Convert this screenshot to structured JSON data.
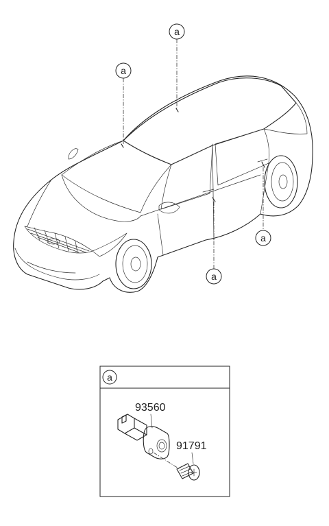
{
  "callout_label": "a",
  "detail_box": {
    "header_label": "a",
    "parts": [
      {
        "number": "93560"
      },
      {
        "number": "91791"
      }
    ]
  }
}
